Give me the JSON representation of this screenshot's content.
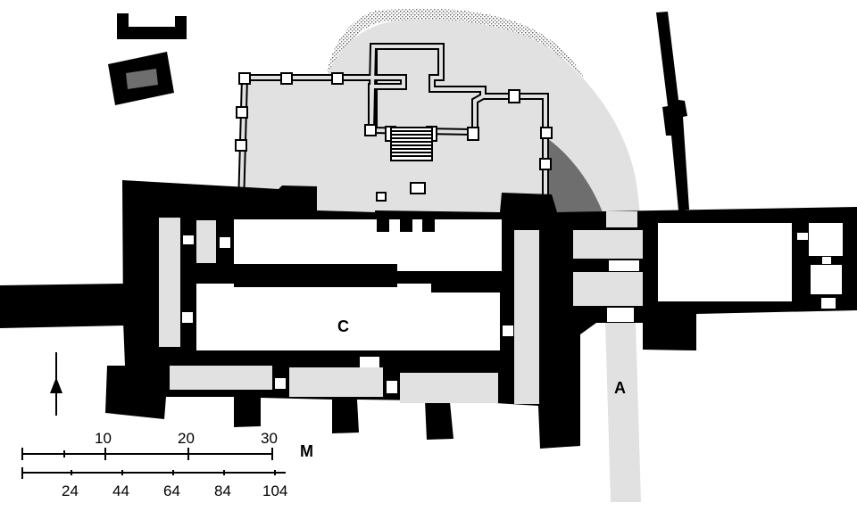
{
  "labels": {
    "area_a": "A",
    "area_c": "C"
  },
  "scale": {
    "metric_unit": "M",
    "metric_ticks": [
      "10",
      "20",
      "30"
    ],
    "imperial_ticks": [
      "24",
      "44",
      "64",
      "84",
      "104"
    ]
  },
  "colors": {
    "wall": "#000000",
    "floor": "#e1e1e1",
    "shaded": "#6e6e6e",
    "background": "#ffffff"
  }
}
